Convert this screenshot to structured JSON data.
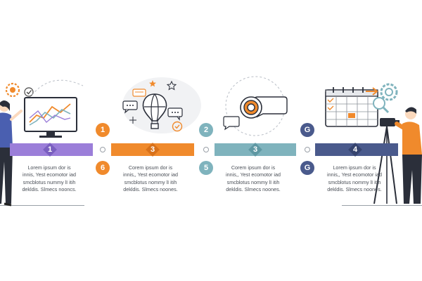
{
  "steps": [
    {
      "band_number": "1",
      "top_badge": "1",
      "bottom_badge": "6",
      "text": [
        "Lorem ipsum dor is",
        "innis, Yest ecomotor iad",
        "smcblotus nummy lI itih",
        "dekldis. Slmecs nooncs."
      ],
      "color": "#9b7ed9"
    },
    {
      "band_number": "3",
      "top_badge": "2",
      "bottom_badge": "5",
      "text": [
        "Corem ipsum dor is",
        "innis,, Yest ecomotor iad",
        "smcblotus nommy lI itih",
        "dekldis. Slmecs noones."
      ],
      "color": "#f08a2c"
    },
    {
      "band_number": "3",
      "top_badge": "G",
      "bottom_badge": "G",
      "text": [
        "Corem ipsum dor is",
        "innis,, Yest ecomotor iad",
        "smcblotus nommy lI itih",
        "dekldis. Slmecs noones."
      ],
      "color": "#7fb3bd"
    },
    {
      "band_number": "4",
      "top_badge": "",
      "bottom_badge": "",
      "text": [
        "Lorem ipsum dor is",
        "innis,, Yest ecomotor iad",
        "smcblotus nommy lI itih",
        "dekldis. Slmecs noones."
      ],
      "color": "#4a5a8c"
    }
  ],
  "badge_colors": {
    "orange": "#f08a2c",
    "teal": "#7fb3bd",
    "navy": "#4a5a8c"
  },
  "icons": {
    "scene1": [
      "woman-presenter-icon",
      "line-chart-monitor-icon",
      "gear-bulb-icon",
      "check-icon"
    ],
    "scene2": [
      "hot-air-balloon-icon",
      "chat-bubble-icon",
      "star-icon",
      "check-icon"
    ],
    "scene3": [
      "target-bullseye-icon",
      "speech-bubble-icon"
    ],
    "scene4": [
      "calendar-icon",
      "magnifier-icon",
      "gear-icon",
      "camera-man-icon"
    ]
  }
}
